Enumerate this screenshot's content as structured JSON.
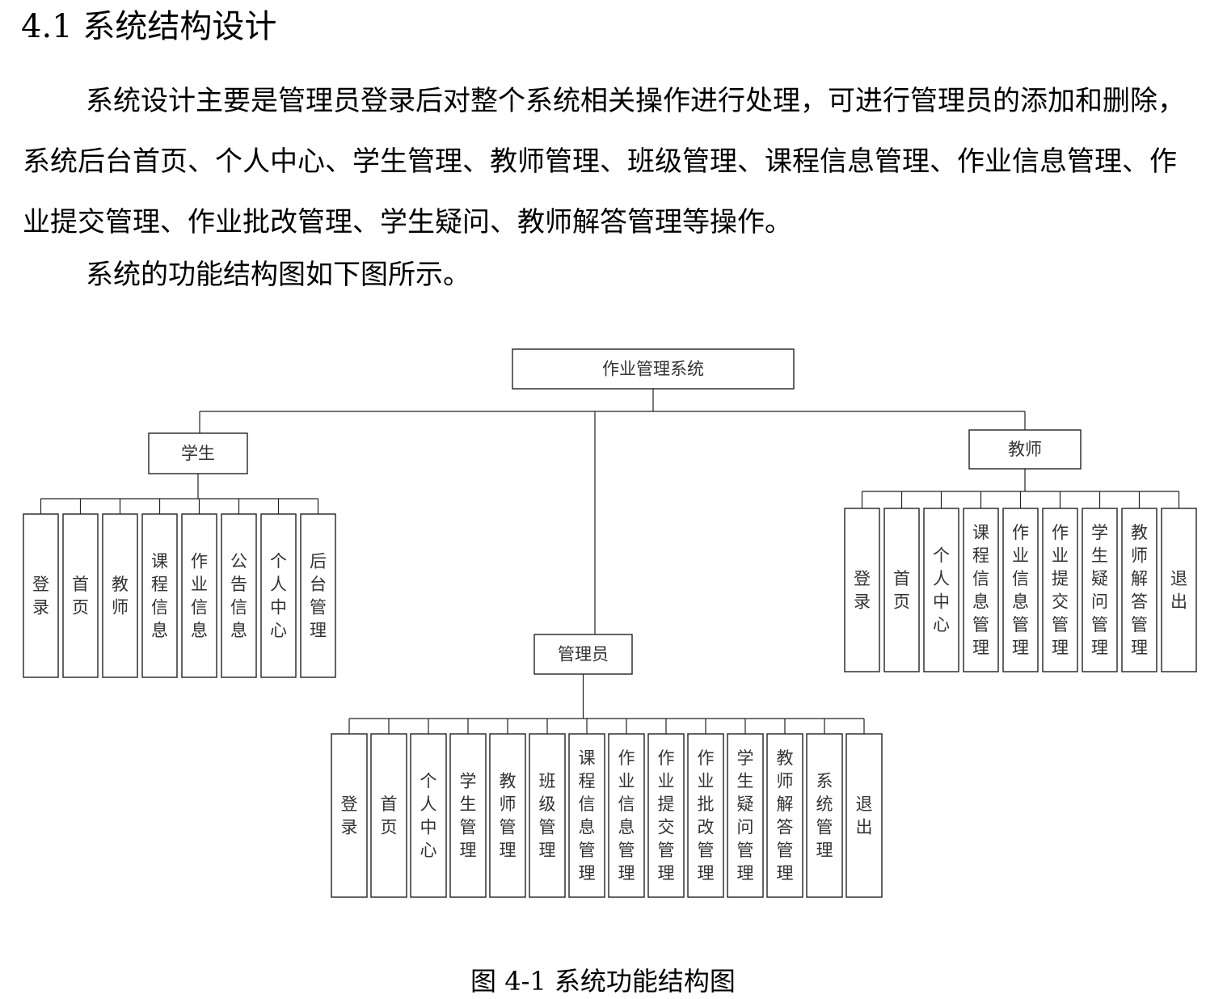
{
  "section_heading": "4.1 系统结构设计",
  "paragraph1": "系统设计主要是管理员登录后对整个系统相关操作进行处理，可进行管理员的添加和删除，系统后台首页、个人中心、学生管理、教师管理、班级管理、课程信息管理、作业信息管理、作业提交管理、作业批改管理、学生疑问、教师解答管理等操作。",
  "paragraph2": "系统的功能结构图如下图所示。",
  "diagram": {
    "root": "作业管理系统",
    "groups": [
      {
        "name": "学生",
        "items": [
          "登录",
          "首页",
          "教师",
          "课程信息",
          "作业信息",
          "公告信息",
          "个人中心",
          "后台管理"
        ]
      },
      {
        "name": "管理员",
        "items": [
          "登录",
          "首页",
          "个人中心",
          "学生管理",
          "教师管理",
          "班级管理",
          "课程信息管理",
          "作业信息管理",
          "作业提交管理",
          "作业批改管理",
          "学生疑问管理",
          "教师解答管理",
          "系统管理",
          "退出"
        ]
      },
      {
        "name": "教师",
        "items": [
          "登录",
          "首页",
          "个人中心",
          "课程信息管理",
          "作业信息管理",
          "作业提交管理",
          "学生疑问管理",
          "教师解答管理",
          "退出"
        ]
      }
    ]
  },
  "figure_caption": "图 4-1 系统功能结构图"
}
